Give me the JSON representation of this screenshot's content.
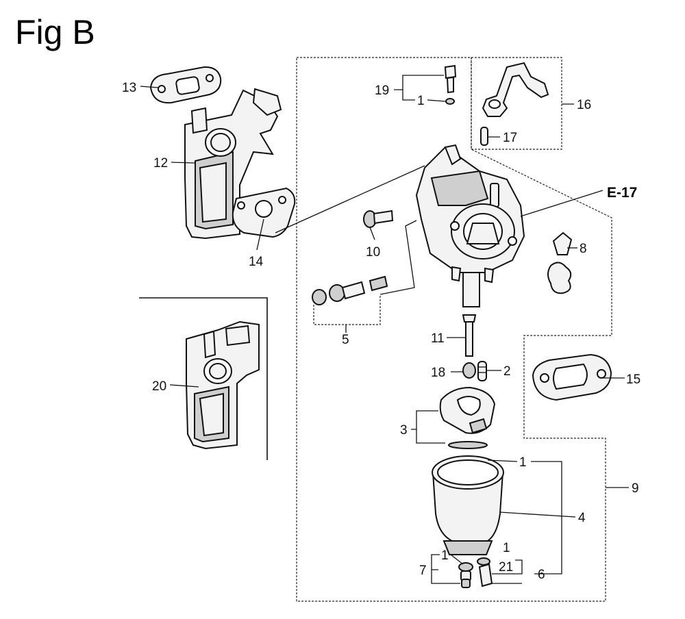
{
  "figure": {
    "title": "Fig B"
  },
  "reference": {
    "label": "E-17"
  },
  "callouts": {
    "c1_top": "1",
    "c1_cup": "1",
    "c1_bolt": "1",
    "c1_screw": "1",
    "c2": "2",
    "c3": "3",
    "c4": "4",
    "c5": "5",
    "c6": "6",
    "c7": "7",
    "c8": "8",
    "c9": "9",
    "c10": "10",
    "c11": "11",
    "c12": "12",
    "c13": "13",
    "c14": "14",
    "c15": "15",
    "c16": "16",
    "c17": "17",
    "c18": "18",
    "c19": "19",
    "c20": "20",
    "c21": "21"
  }
}
